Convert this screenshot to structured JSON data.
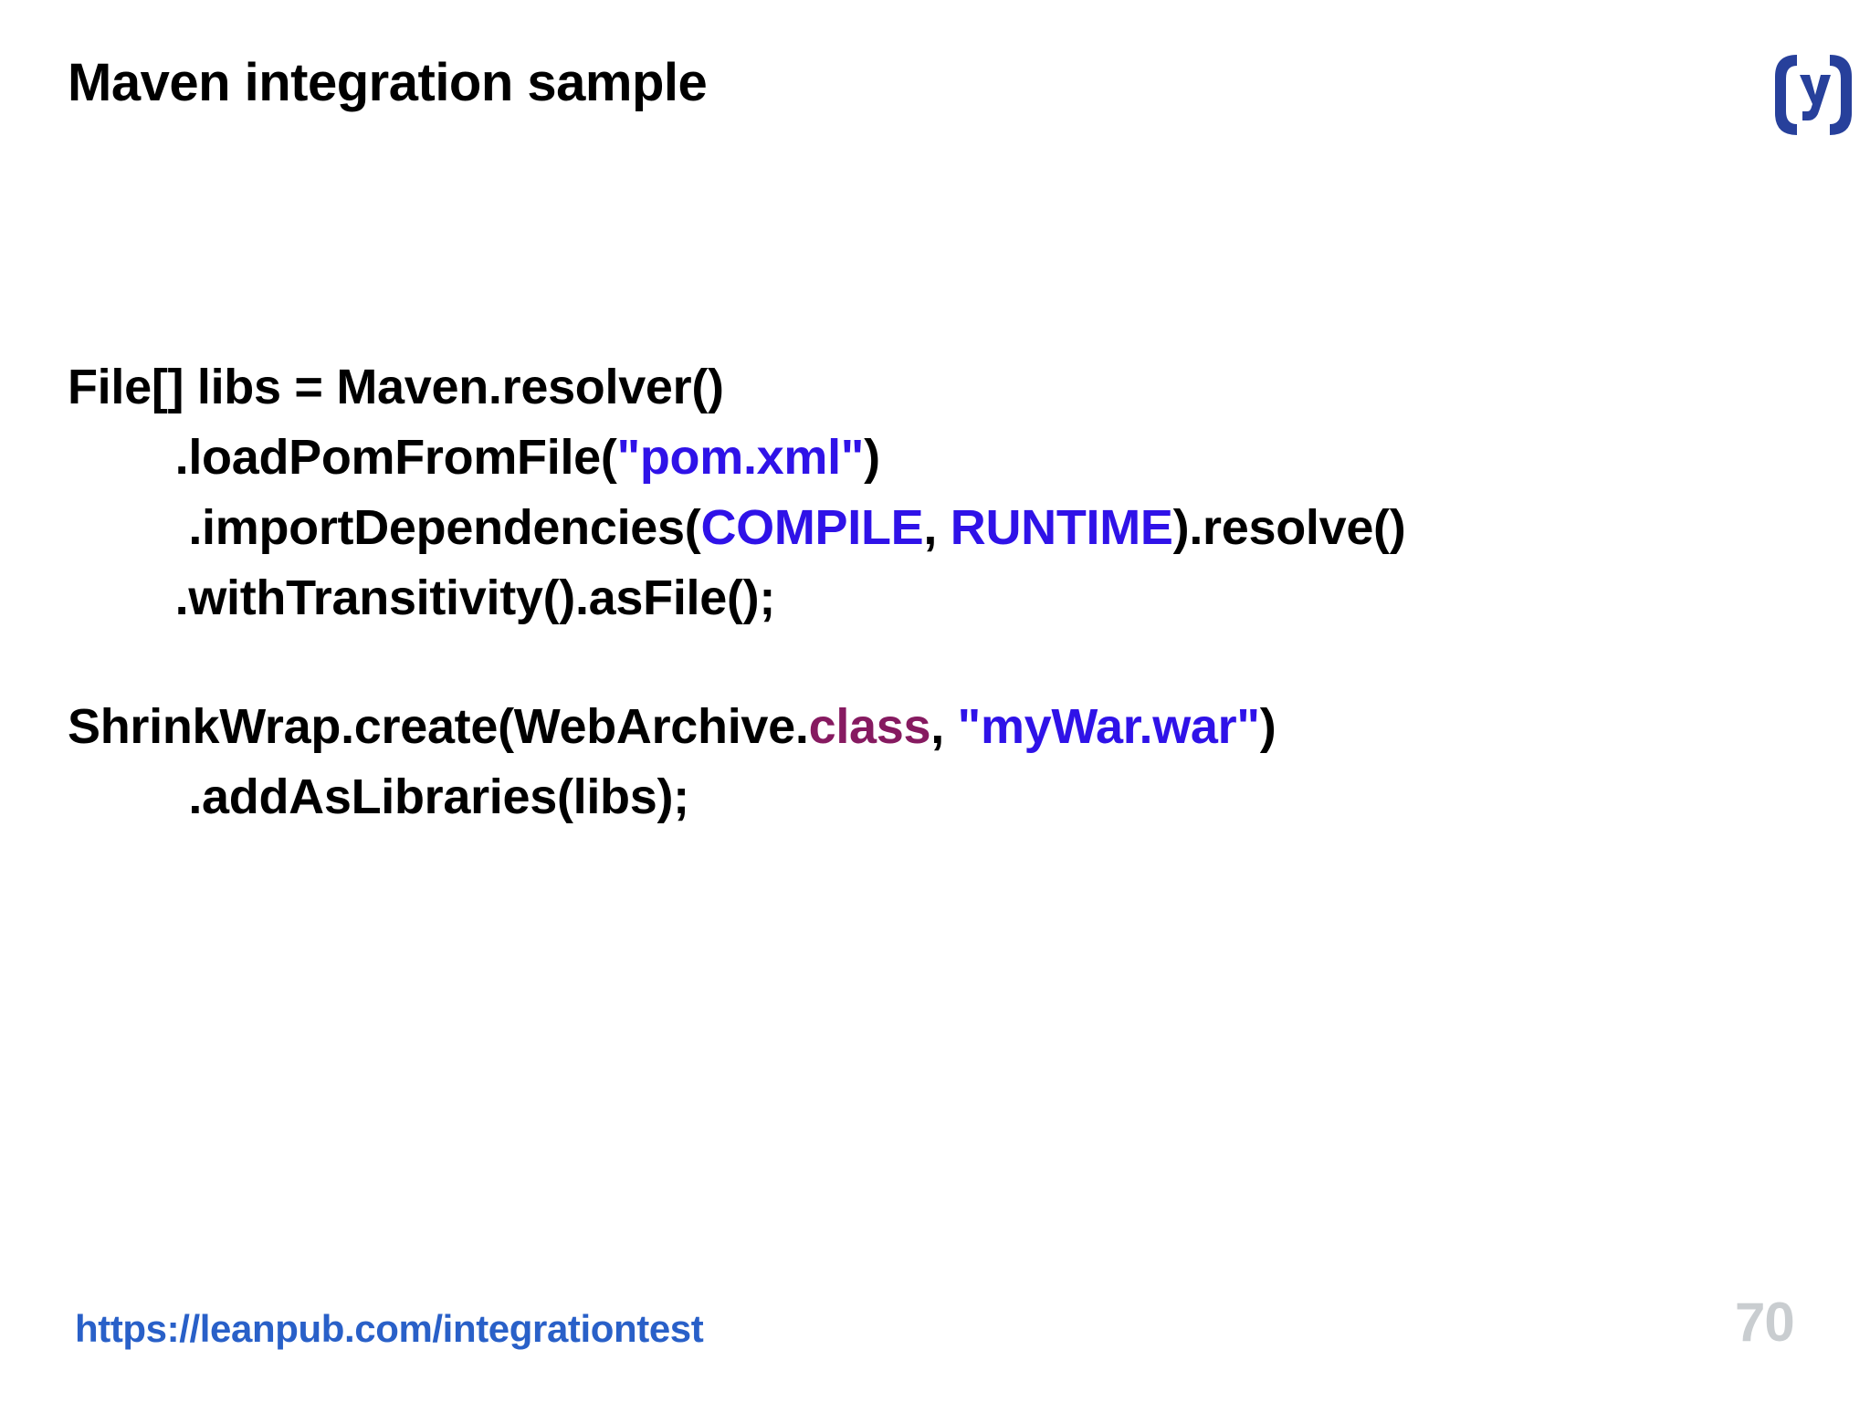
{
  "slide": {
    "title": "Maven integration sample",
    "background_color": "#ffffff"
  },
  "logo": {
    "name": "arquillian-logo",
    "glyph": "(y)",
    "color": "#27409b"
  },
  "colors": {
    "text": "#000000",
    "string": "#2f12e8",
    "constant": "#2f12e8",
    "keyword": "#861a60",
    "link": "#2960c8",
    "page_number": "#c9cdd0"
  },
  "code": {
    "language": "java",
    "plain_text": "File[] libs = Maven.resolver()\n        .loadPomFromFile(\"pom.xml\")\n         .importDependencies(COMPILE, RUNTIME).resolve()\n        .withTransitivity().asFile();\n\nShrinkWrap.create(WebArchive.class, \"myWar.war\")\n         .addAsLibraries(libs);",
    "lines": [
      {
        "indent": "",
        "tokens": [
          {
            "t": "File[] libs = Maven.resolver()",
            "k": "plain"
          }
        ]
      },
      {
        "indent": "        ",
        "tokens": [
          {
            "t": ".loadPomFromFile(",
            "k": "plain"
          },
          {
            "t": "\"pom.xml\"",
            "k": "string"
          },
          {
            "t": ")",
            "k": "plain"
          }
        ]
      },
      {
        "indent": "         ",
        "tokens": [
          {
            "t": ".importDependencies(",
            "k": "plain"
          },
          {
            "t": "COMPILE",
            "k": "const"
          },
          {
            "t": ", ",
            "k": "plain"
          },
          {
            "t": "RUNTIME",
            "k": "const"
          },
          {
            "t": ").resolve()",
            "k": "plain"
          }
        ]
      },
      {
        "indent": "        ",
        "tokens": [
          {
            "t": ".withTransitivity().asFile();",
            "k": "plain"
          }
        ]
      },
      {
        "indent": "",
        "blank": true,
        "tokens": []
      },
      {
        "indent": "",
        "tokens": [
          {
            "t": "ShrinkWrap.create(WebArchive.",
            "k": "plain"
          },
          {
            "t": "class",
            "k": "kw"
          },
          {
            "t": ", ",
            "k": "plain"
          },
          {
            "t": "\"myWar.war\"",
            "k": "string"
          },
          {
            "t": ")",
            "k": "plain"
          }
        ]
      },
      {
        "indent": "         ",
        "tokens": [
          {
            "t": ".addAsLibraries(libs);",
            "k": "plain"
          }
        ]
      }
    ]
  },
  "footer": {
    "url": "https://leanpub.com/integrationtest",
    "page_number": "70"
  }
}
